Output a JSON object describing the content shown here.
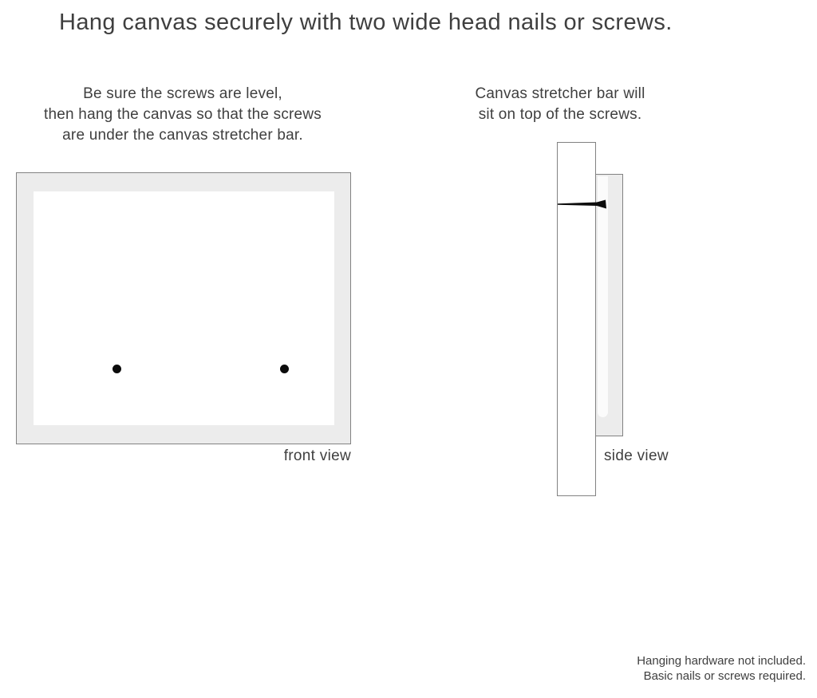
{
  "title": "Hang canvas securely with two wide head nails or screws.",
  "instructions": {
    "front": {
      "lines": [
        "Be sure the screws are level,",
        "then hang the canvas so that the screws",
        "are under the canvas stretcher bar."
      ]
    },
    "side": {
      "lines": [
        "Canvas stretcher bar will",
        "sit on top of the screws."
      ]
    }
  },
  "labels": {
    "front_view": "front view",
    "side_view": "side view"
  },
  "footer": {
    "lines": [
      "Hanging hardware not included.",
      "Basic nails or screws required."
    ]
  },
  "colors": {
    "background": "#ffffff",
    "text": "#3f3f3f",
    "canvas_fill": "#ececec",
    "outline": "#828282",
    "nail": "#0c0c0c"
  }
}
